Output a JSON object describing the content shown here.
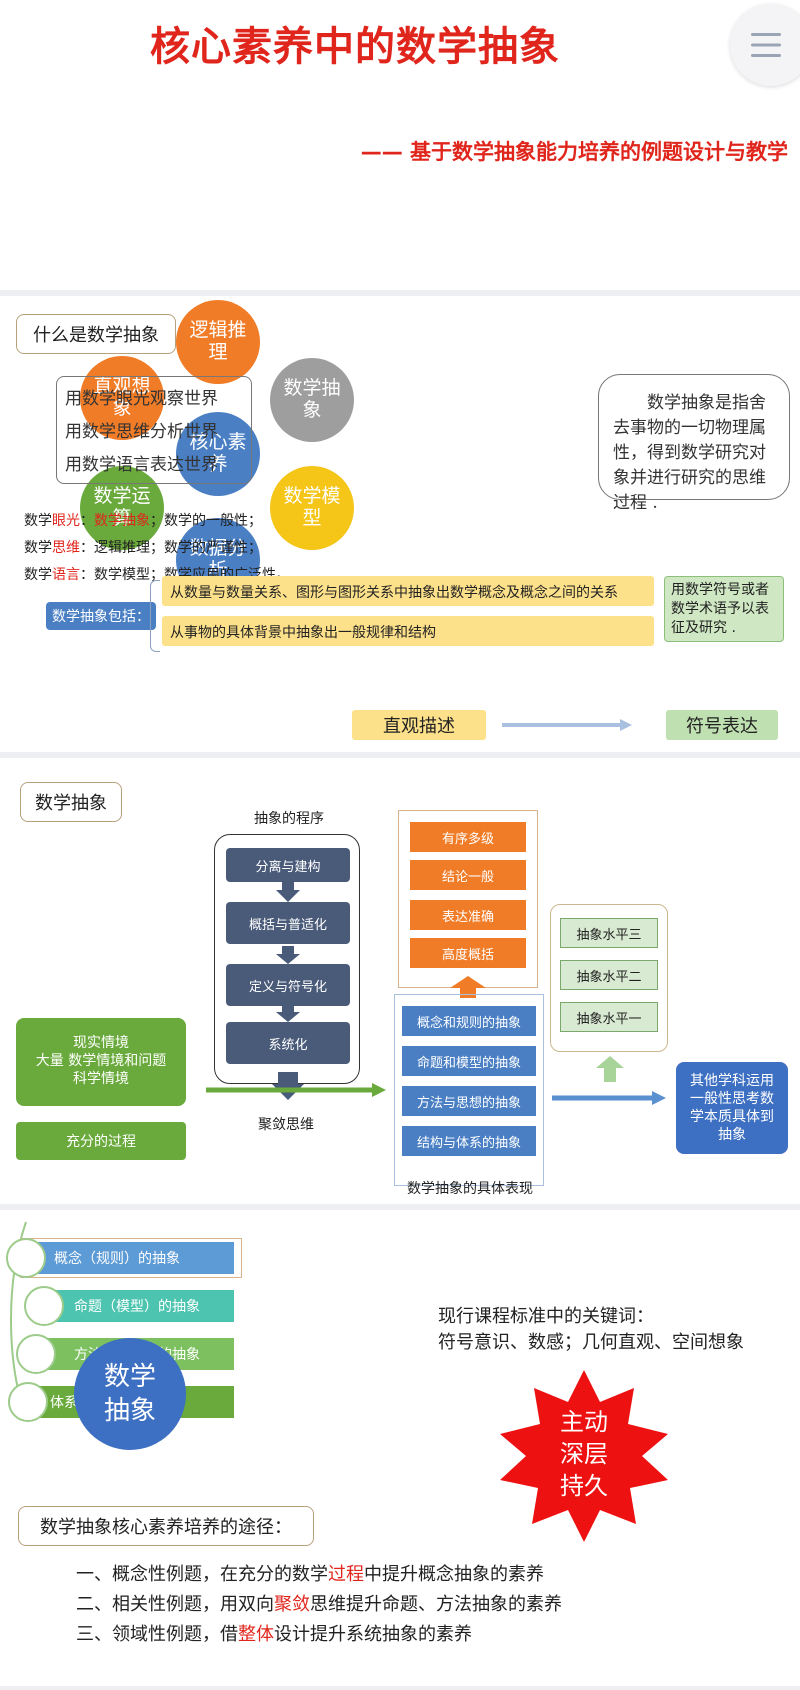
{
  "header": {
    "title": "核心素养中的数学抽象",
    "subtitle": "—— 基于数学抽象能力培养的例题设计与教学",
    "menu_icon": "hamburger-menu-icon"
  },
  "section1": {
    "tag": "什么是数学抽象",
    "circles": [
      "逻辑推理",
      "直观想象",
      "数学抽象",
      "核心素养",
      "数学运算",
      "数学模型",
      "数据分析"
    ],
    "overlay_lines": [
      "用数学眼光观察世界",
      "用数学思维分析世界",
      "用数学语言表达世界"
    ],
    "definition": "数学抽象是指舍去事物的一切物理属性，得到数学研究对象并进行研究的思维过程 .",
    "row1": {
      "a": "数学",
      "b": "眼光",
      "c": "：",
      "d": "数学抽象",
      "e": "；数学的一般性；"
    },
    "row2": {
      "a": "数学",
      "b": "思维",
      "c": "：逻辑推理；数学的严谨性；"
    },
    "row3": {
      "a": "数学",
      "b": "语言",
      "c": "：数学模型；数学应用的广泛性。"
    },
    "includes_label": "数学抽象包括：",
    "bar1": "从数量与数量关系、图形与图形关系中抽象出数学概念及概念之间的关系",
    "bar2": "从事物的具体背景中抽象出一般规律和结构",
    "side_note": "用数学符号或者数学术语予以表征及研究 .",
    "bottom_left": "直观描述",
    "bottom_right": "符号表达"
  },
  "section2": {
    "tag": "数学抽象",
    "procedure_title": "抽象的程序",
    "procedure_steps": [
      "分离与建构",
      "概括与普适化",
      "定义与符号化",
      "系统化"
    ],
    "convergent_label": "聚敛思维",
    "situations": [
      "现实情境",
      "大量 数学情境和问题",
      "科学情境"
    ],
    "full_process": "充分的过程",
    "features": [
      "有序多级",
      "结论一般",
      "表达准确",
      "高度概括"
    ],
    "expressions": [
      "概念和规则的抽象",
      "命题和模型的抽象",
      "方法与思想的抽象",
      "结构与体系的抽象"
    ],
    "expressions_caption": "数学抽象的具体表现",
    "levels": [
      "抽象水平三",
      "抽象水平二",
      "抽象水平一"
    ],
    "other_subjects": "其他学科运用一般性思考数学本质具体到抽象"
  },
  "section3": {
    "layers": [
      "概念（规则）的抽象",
      "命题（模型）的抽象",
      "方法（思想）的抽象",
      "体系（结构）的抽象"
    ],
    "center": "数学抽象",
    "keywords_title": "现行课程标准中的关键词：",
    "keywords": "符号意识、数感；几何直观、空间想象",
    "star": [
      "主动",
      "深层",
      "持久"
    ],
    "paths_tag": "数学抽象核心素养培养的途径：",
    "paths": [
      {
        "a": "一、概念性例题，在充分的数学",
        "b": "过程",
        "c": "中提升概念抽象的素养"
      },
      {
        "a": "二、相关性例题，用双向",
        "b": "聚敛",
        "c": "思维提升命题、方法抽象的素养"
      },
      {
        "a": "三、领域性例题，借",
        "b": "整体",
        "c": "设计提升系统抽象的素养"
      }
    ]
  },
  "colors": {
    "title_red": "#e0261c",
    "orange": "#f07c28",
    "blue": "#4a7fc4",
    "green": "#6aaa3c",
    "yellow": "#f5c518",
    "gray": "#9e9e9e",
    "navy": "#4a5b7a"
  }
}
